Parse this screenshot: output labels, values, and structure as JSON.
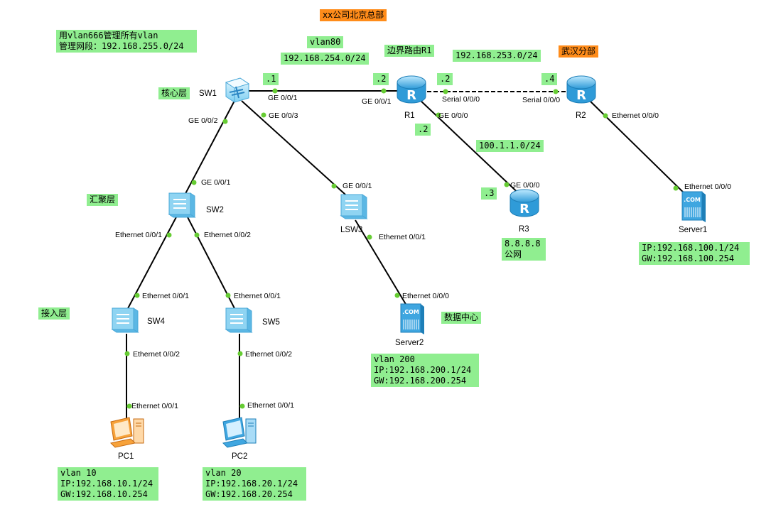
{
  "title": "xx公司北京总部",
  "branch_title": "武汉分部",
  "mgmt_note": [
    "用vlan666管理所有vlan",
    "管理网段：192.168.255.0/24"
  ],
  "vlan80_note": [
    "vlan80",
    "192.168.254.0/24"
  ],
  "border_router_note": "边界路由R1",
  "wan_subnet_note": "192.168.253.0/24",
  "public_subnet_note": "100.1.1.0/24",
  "layers": {
    "core": "核心层",
    "aggregation": "汇聚层",
    "access": "接入层"
  },
  "datacenter_label": "数据中心",
  "ip_suffix": {
    "sw1": ".1",
    "r1_ge": ".2",
    "r1_serial": ".2",
    "r2_serial": ".4",
    "r1_public": ".2",
    "r3_public": ".3"
  },
  "devices": {
    "sw1": "SW1",
    "sw2": "SW2",
    "lsw3": "LSW3",
    "sw4": "SW4",
    "sw5": "SW5",
    "r1": "R1",
    "r2": "R2",
    "r3": "R3",
    "pc1": "PC1",
    "pc2": "PC2",
    "server1": "Server1",
    "server2": "Server2"
  },
  "ports": {
    "sw1_r1": "GE 0/0/1",
    "r1_sw1": "GE 0/0/1",
    "r1_serial": "Serial 0/0/0",
    "r2_serial": "Serial 0/0/0",
    "r1_r3": "GE 0/0/0",
    "r3_r1": "GE 0/0/0",
    "r2_server1": "Ethernet 0/0/0",
    "server1_r2": "Ethernet 0/0/0",
    "sw1_sw2": "GE 0/0/2",
    "sw2_sw1": "GE 0/0/1",
    "sw1_lsw3": "GE 0/0/3",
    "lsw3_sw1": "GE 0/0/1",
    "sw2_sw4": "Ethernet 0/0/1",
    "sw2_sw5": "Ethernet 0/0/2",
    "sw4_sw2": "Ethernet 0/0/1",
    "sw5_sw2": "Ethernet 0/0/1",
    "sw4_pc1": "Ethernet 0/0/2",
    "sw5_pc2": "Ethernet 0/0/2",
    "pc1_sw4": "Ethernet 0/0/1",
    "pc2_sw5": "Ethernet 0/0/1",
    "lsw3_server2": "Ethernet 0/0/1",
    "server2_lsw3": "Ethernet 0/0/0"
  },
  "info": {
    "r3": [
      "8.8.8.8",
      "公网"
    ],
    "server1": [
      "IP:192.168.100.1/24",
      "GW:192.168.100.254"
    ],
    "server2": [
      "vlan 200",
      "IP:192.168.200.1/24",
      "GW:192.168.200.254"
    ],
    "pc1": [
      "vlan 10",
      "IP:192.168.10.1/24",
      "GW:192.168.10.254"
    ],
    "pc2": [
      "vlan 20",
      "IP:192.168.20.1/24",
      "GW:192.168.20.254"
    ]
  },
  "colors": {
    "note_bg": "#90ee90",
    "title_bg": "#ff8c1a",
    "link": "#000000",
    "port_dot": "#66cc33"
  }
}
